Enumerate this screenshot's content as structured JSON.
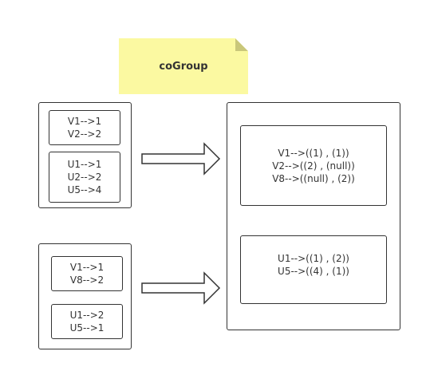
{
  "note": {
    "title": "coGroup",
    "color": "#fbf9a1"
  },
  "input_group_1": {
    "dataset_a": [
      "V1-->1",
      "V2-->2"
    ],
    "dataset_b": [
      "U1-->1",
      "U2-->2",
      "U5-->4"
    ]
  },
  "input_group_2": {
    "dataset_a": [
      "V1-->1",
      "V8-->2"
    ],
    "dataset_b": [
      "U1-->2",
      "U5-->1"
    ]
  },
  "output": {
    "group_v": [
      "V1-->((1) , (1))",
      "V2-->((2) , (null))",
      "V8-->((null) , (2))"
    ],
    "group_u": [
      "U1-->((1) , (2))",
      "U5-->((4) , (1))"
    ]
  },
  "colors": {
    "stroke": "#333333",
    "text": "#333333"
  }
}
